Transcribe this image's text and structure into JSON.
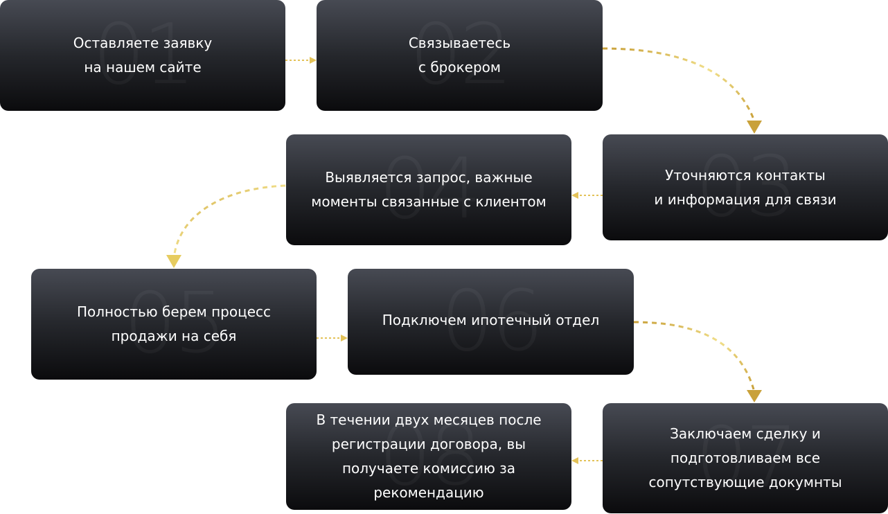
{
  "accent_color": "#d9b244",
  "steps": [
    {
      "number": "01",
      "text": "Оставляете заявку\nна нашем сайте"
    },
    {
      "number": "02",
      "text": "Связываетесь\nс брокером"
    },
    {
      "number": "03",
      "text": "Уточняются контакты\nи информация для связи"
    },
    {
      "number": "04",
      "text": "Выявляется запрос, важные\nмоменты связанные с клиентом"
    },
    {
      "number": "05",
      "text": "Полностью берем процесс\nпродажи на себя"
    },
    {
      "number": "06",
      "text": "Подключем ипотечный отдел"
    },
    {
      "number": "07",
      "text": "Заключаем сделку и\nподготовливаем все\nсопутствующие докумнты"
    },
    {
      "number": "08",
      "text": "В течении двух месяцев после\nрегистрации договора, вы\nполучаете комиссию за\nрекомендацию"
    }
  ]
}
